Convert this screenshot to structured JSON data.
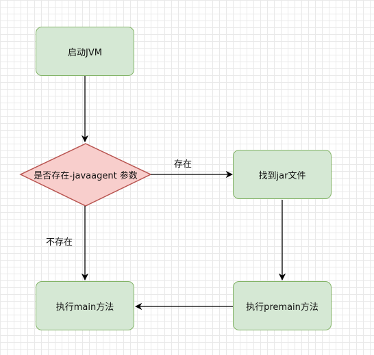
{
  "nodes": {
    "start_jvm": "启动JVM",
    "check_javaagent": "是否存在-javaagent 参数",
    "find_jar": "找到jar文件",
    "exec_premain": "执行premain方法",
    "exec_main": "执行main方法"
  },
  "edges": {
    "exists": "存在",
    "not_exists": "不存在"
  },
  "colors": {
    "process_fill": "#d5e8d4",
    "process_stroke": "#82b366",
    "decision_fill": "#f8cecc",
    "decision_stroke": "#b85450",
    "edge": "#000000"
  }
}
